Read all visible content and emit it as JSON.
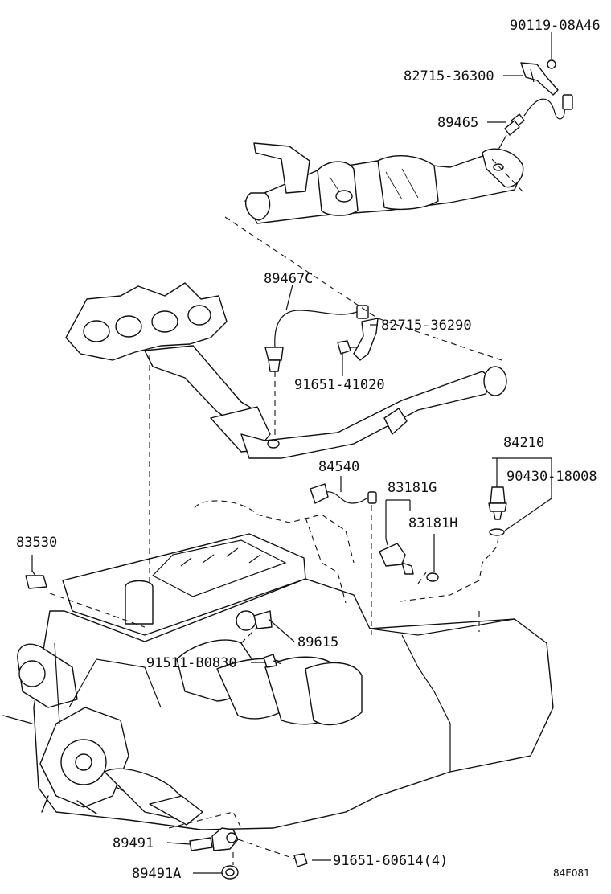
{
  "diagram_code": "84E081",
  "labels": {
    "p90119_08A46": "90119-08A46",
    "p82715_36300": "82715-36300",
    "p89465": "89465",
    "p89467C": "89467C",
    "p82715_36290": "82715-36290",
    "p91651_41020": "91651-41020",
    "p84210": "84210",
    "p84540": "84540",
    "p83181G": "83181G",
    "p90430_18008": "90430-18008",
    "p83181H": "83181H",
    "p83530": "83530",
    "p89615": "89615",
    "p91511_B0830": "91511-B0830",
    "p89491": "89491",
    "p91651_60614": "91651-60614(4)",
    "p89491A": "89491A"
  }
}
